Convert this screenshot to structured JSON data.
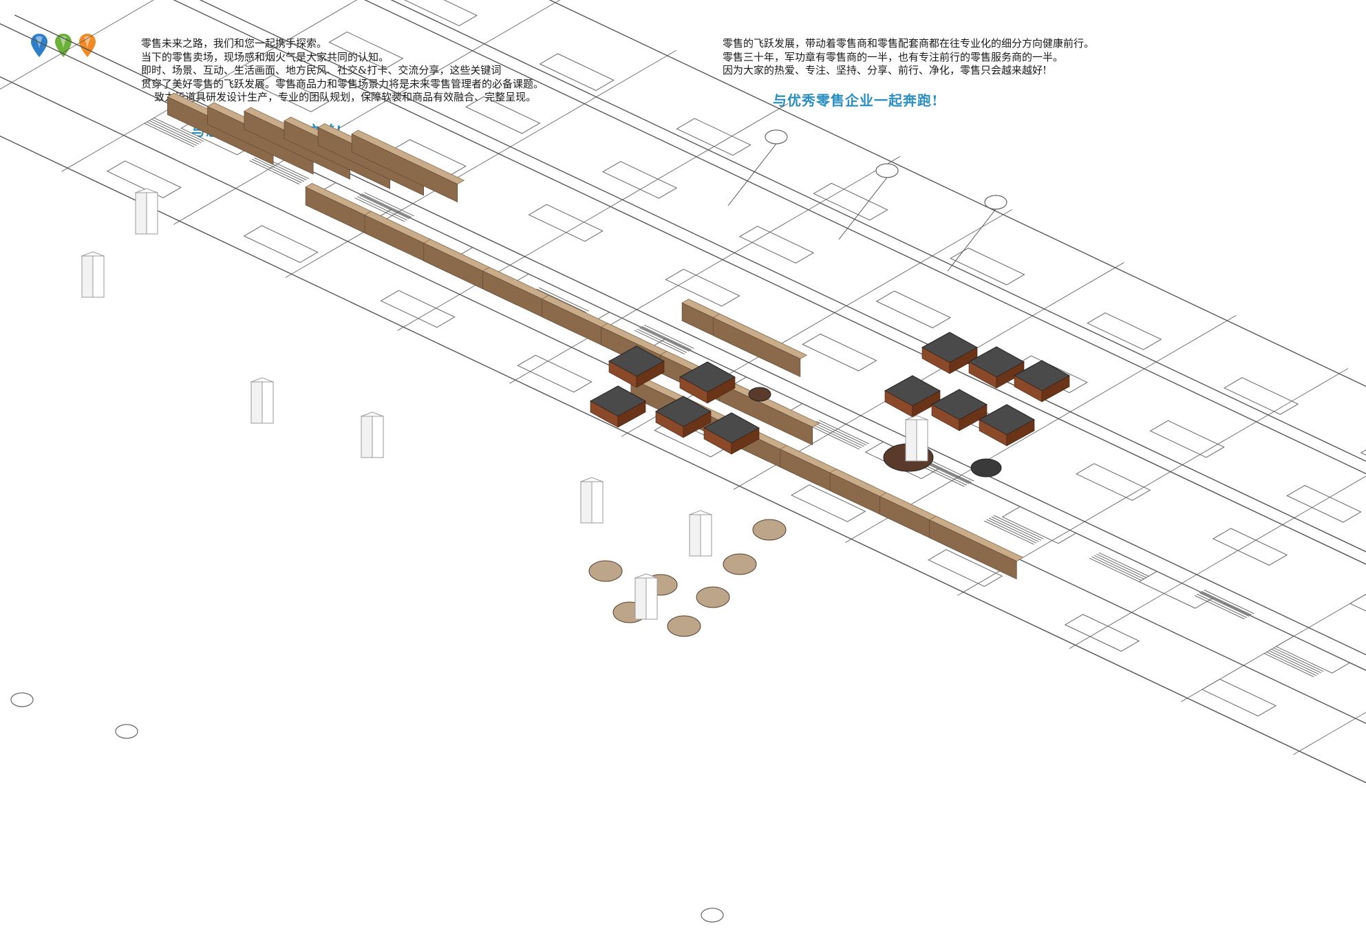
{
  "header": {
    "logo_icons": [
      "blue-balloon-pin-icon",
      "green-balloon-pin-icon",
      "orange-balloon-pin-icon"
    ],
    "logo_colors": [
      "#2f7fc8",
      "#6cb23a",
      "#f08a24"
    ],
    "left_paragraph": [
      "零售未来之路，我们和您一起携手探索。",
      "当下的零售卖场，现场感和烟火气是大家共同的认知。",
      "即时、场景、互动、生活画面、地方民风、社交&打卡、交流分享，这些关键词",
      "贯穿了美好零售的飞跃发展。零售商品力和零售场景力将是未来零售管理者的必备课题。",
      "    致力于道具研发设计生产，专业的团队规划，保障软装和商品有效融合、完整呈现。"
    ],
    "left_slogan": "与您一起探索陈列之美!",
    "right_paragraph": [
      "零售的飞跃发展，带动着零售商和零售配套商都在往专业化的细分方向健康前行。",
      "零售三十年，军功章有零售商的一半，也有专注前行的零售服务商的一半。",
      "因为大家的热爱、专注、坚持、分享、前行、净化，零售只会越来越好!"
    ],
    "right_slogan": "与优秀零售企业一起奔跑!",
    "slogan_color": "#2a8fc0"
  },
  "plan": {
    "colors": {
      "line": "#555555",
      "shelf_top": "#c9ad8a",
      "shelf_side": "#8a6a4a",
      "display_top": "#4a4a4a",
      "display_base": "#8a4a2a",
      "column": "#f2f2f2"
    }
  }
}
